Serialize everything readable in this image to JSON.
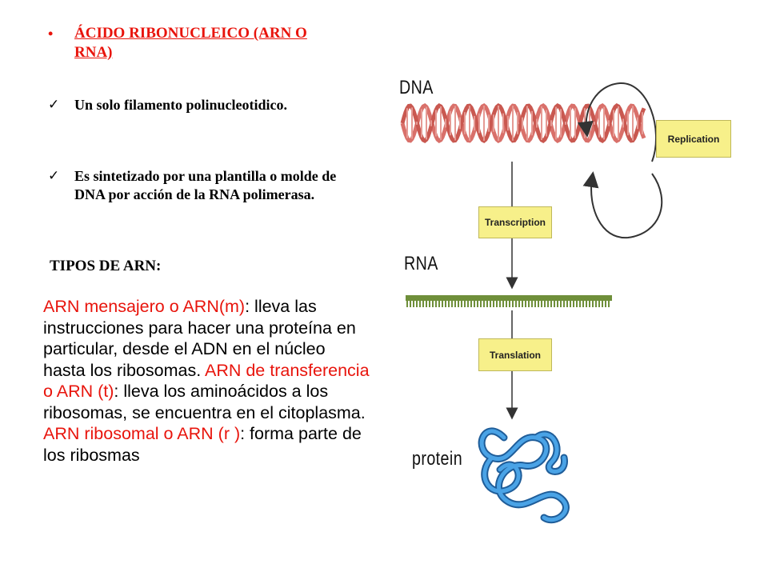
{
  "title": "ÁCIDO RIBONUCLEICO (ARN O RNA)",
  "bullets": [
    "Un solo filamento polinucleotidico.",
    "Es sintetizado por una plantilla o molde de DNA por acción de la RNA polimerasa."
  ],
  "types_heading": "TIPOS DE ARN:",
  "types": [
    {
      "name": "ARN mensajero o ARN(m)",
      "desc": ": lleva las instrucciones para hacer una proteína en particular, desde el ADN en el núcleo hasta los ribosomas."
    },
    {
      "name": "ARN de transferencia o ARN (t)",
      "desc": ": lleva los aminoácidos a los ribosomas, se encuentra en el citoplasma."
    },
    {
      "name": "ARN ribosomal o ARN (r )",
      "desc": ": forma parte de los ribosmas"
    }
  ],
  "diagram": {
    "dna_label": "DNA",
    "rna_label": "RNA",
    "protein_label": "protein",
    "replication": "Replication",
    "transcription": "Transcription",
    "translation": "Translation"
  },
  "colors": {
    "accent_red": "#e8140c",
    "box_yellow": "#f7f08a",
    "dna_pink": "#d9706a",
    "rna_green": "#6f8f3a",
    "protein_blue": "#2a7fc4"
  }
}
